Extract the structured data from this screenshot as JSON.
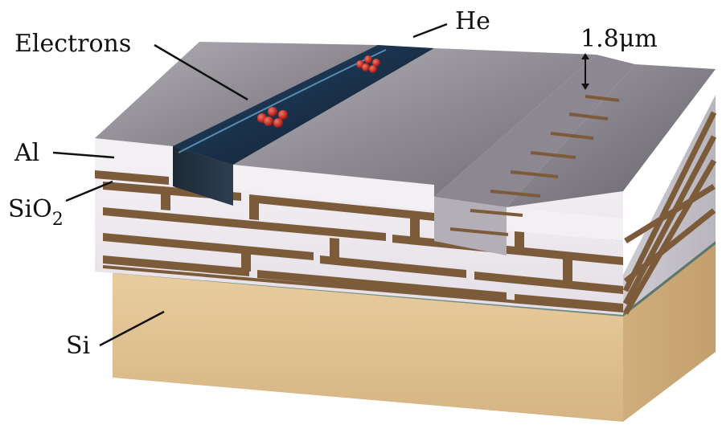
{
  "labels": {
    "electrons": "Electrons",
    "helium": "He",
    "gap": "1.8μm",
    "aluminum": "Al",
    "oxide_base": "SiO",
    "oxide_sub": "2",
    "silicon": "Si"
  },
  "colors": {
    "aluminum_side": "#efeaf0",
    "aluminum_top": "#8d8a90",
    "oxide": "#7c5b3a",
    "silicon": "#e2c294",
    "helium_channel": "#1a2a3a",
    "electron": "#c8332b",
    "leader": "#111111"
  }
}
